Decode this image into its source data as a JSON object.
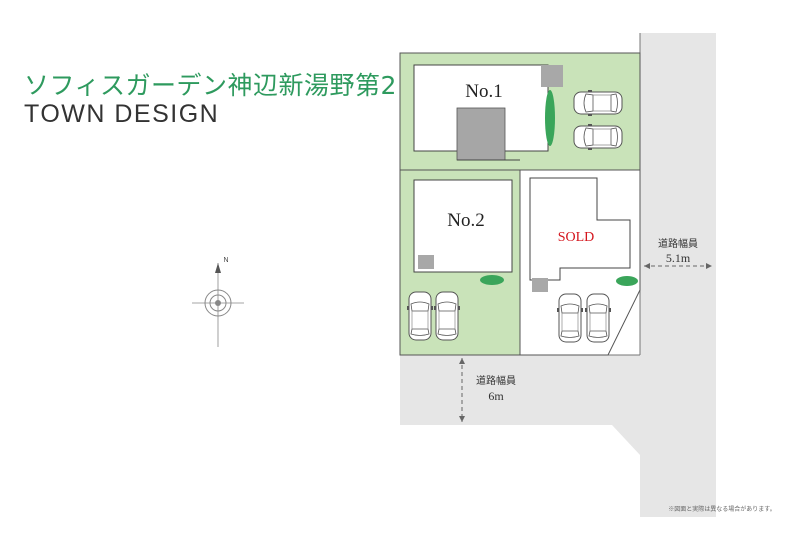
{
  "header": {
    "title": "ソフィスガーデン神辺新湯野第2",
    "subtitle": "TOWN DESIGN"
  },
  "compass": {
    "north_label": "N"
  },
  "lots": [
    {
      "label": "No.1",
      "status": "available"
    },
    {
      "label": "No.2",
      "status": "available"
    },
    {
      "label": "SOLD",
      "status": "sold"
    }
  ],
  "roads": {
    "east": {
      "label": "道路幅員",
      "width": "5.1m"
    },
    "south": {
      "label": "道路幅員",
      "width": "6m"
    }
  },
  "footnote": "※図面と実際は異なる場合があります。",
  "colors": {
    "lot_green": "#c9e3b9",
    "road_gray": "#e6e6e6",
    "title_green": "#2e9a5e",
    "sold_red": "#d4141c",
    "tree_green": "#3aa55a"
  }
}
